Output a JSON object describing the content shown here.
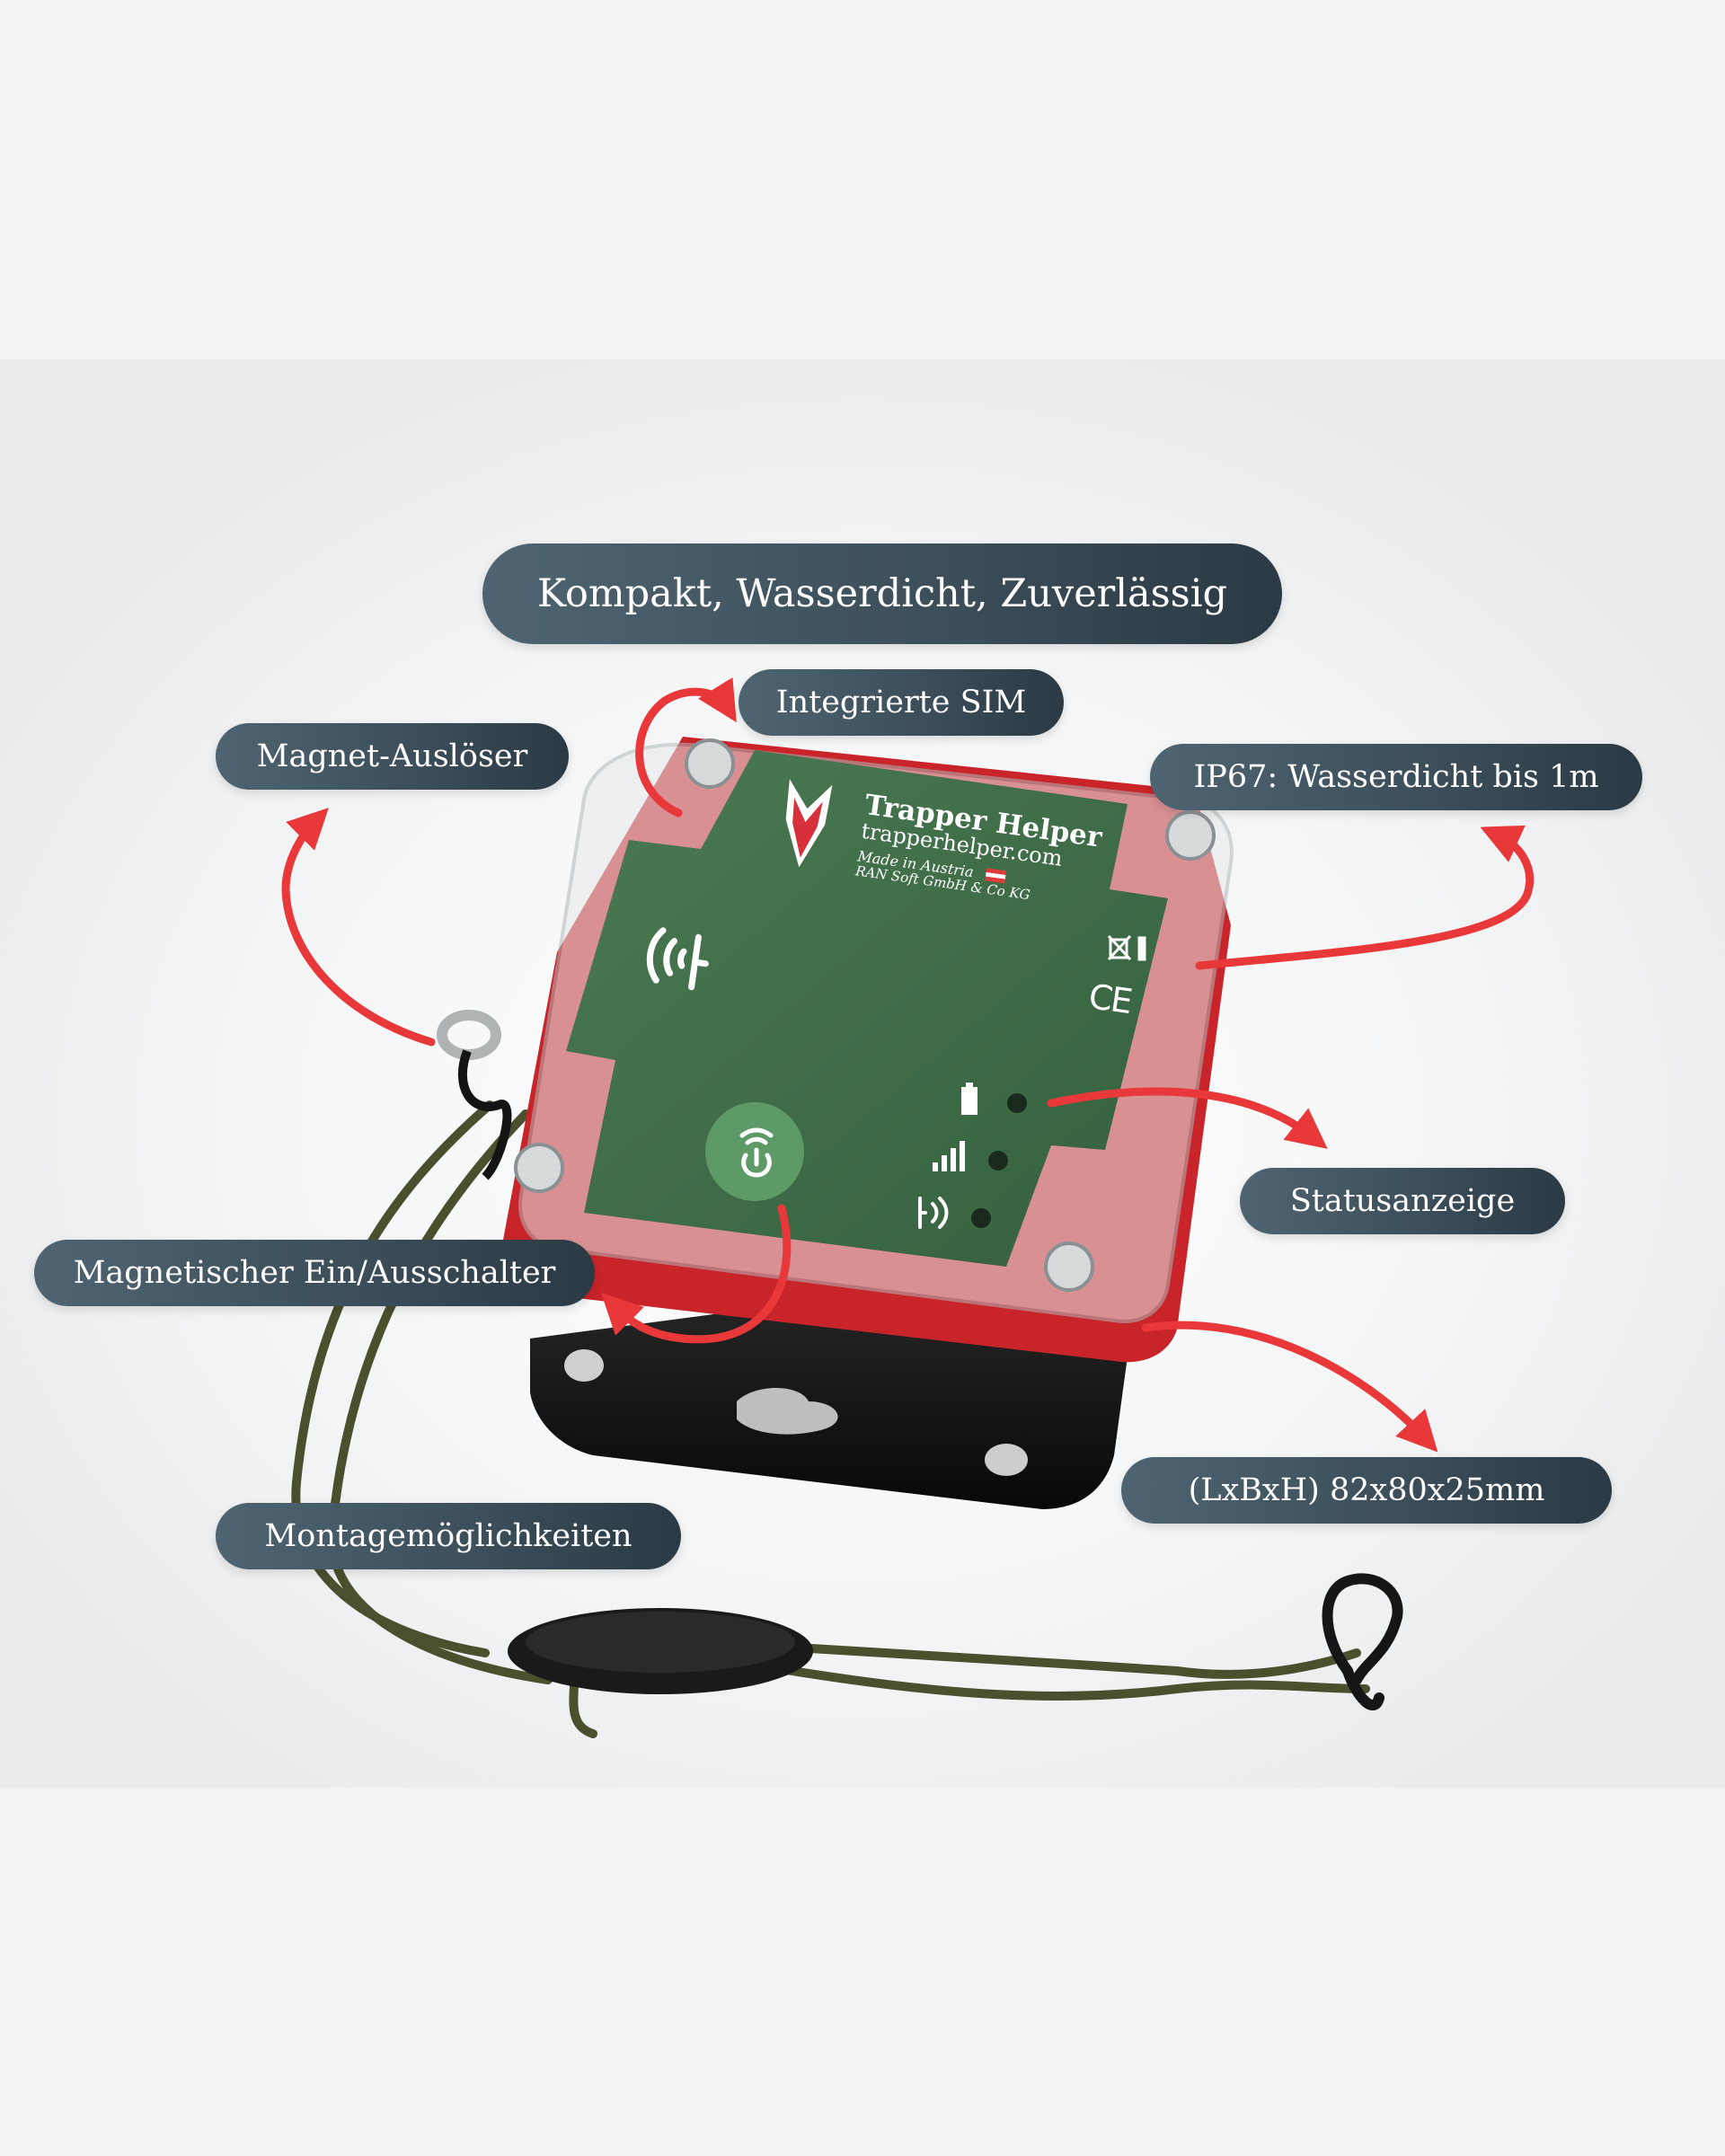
{
  "labels": {
    "title": "Kompakt, Wasserdicht, Zuverlässig",
    "integrated_sim": "Integrierte SIM",
    "magnet_trigger": "Magnet-Auslöser",
    "ip67": "IP67: Wasserdicht bis 1m",
    "status": "Statusanzeige",
    "magnetic_switch": "Magnetischer Ein/Ausschalter",
    "dimensions": "(LxBxH) 82x80x25mm",
    "mounting": "Montagemöglichkeiten"
  },
  "device": {
    "brand": "Trapper Helper",
    "website": "trapperhelper.com",
    "made_in": "Made in Austria",
    "company": "RAN Soft GmbH & Co KG",
    "ce_mark": "CE"
  },
  "colors": {
    "pill": "#3c4f5b",
    "arrow": "#e8383a",
    "label_green": "#3d6a45",
    "enclosure_red": "#c8242a",
    "base_black": "#141414",
    "cord_olive": "#4a4f2e"
  },
  "icons": [
    "fox-logo-icon",
    "nfc-wave-icon",
    "power-wifi-icon",
    "battery-icon",
    "signal-bars-icon",
    "wireless-icon",
    "weee-bin-icon",
    "austria-flag-icon"
  ]
}
